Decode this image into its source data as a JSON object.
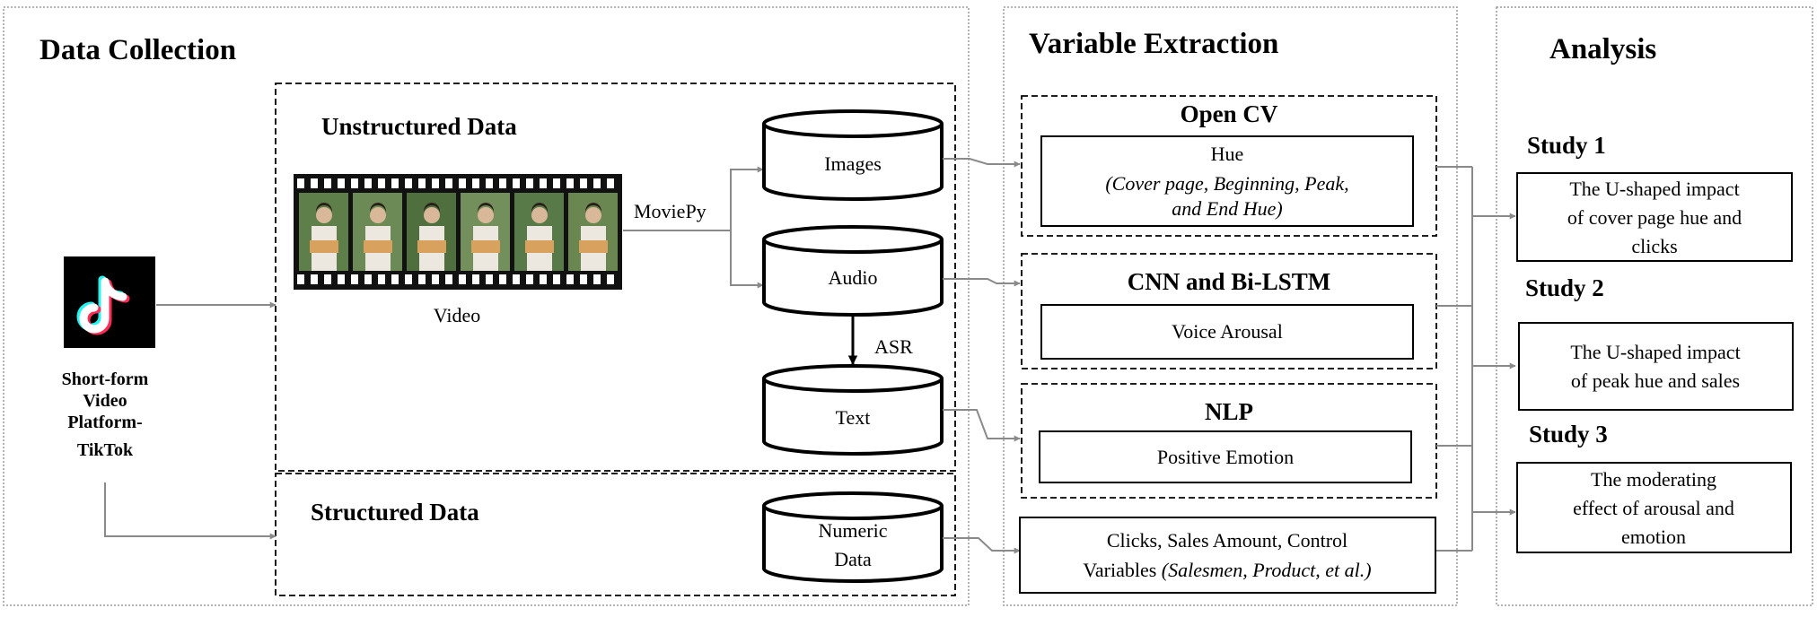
{
  "sections": {
    "data_collection": "Data Collection",
    "variable_extraction": "Variable Extraction",
    "analysis": "Analysis"
  },
  "data_collection": {
    "unstructured_title": "Unstructured Data",
    "structured_title": "Structured Data",
    "video_label": "Video",
    "moviepy_label": "MoviePy",
    "asr_label": "ASR",
    "platform_label": [
      "Short-form",
      "Video",
      "Platform-",
      "TikTok"
    ],
    "platform_icon": "tiktok-logo",
    "cylinders": {
      "images": "Images",
      "audio": "Audio",
      "text": "Text",
      "numeric": [
        "Numeric",
        "Data"
      ]
    }
  },
  "variable_extraction": {
    "opencv": {
      "title": "Open CV",
      "box_line1": "Hue",
      "box_line2": "(Cover page, Beginning, Peak,",
      "box_line3": "and End Hue)"
    },
    "cnn": {
      "title": "CNN and Bi-LSTM",
      "box": "Voice Arousal"
    },
    "nlp": {
      "title": "NLP",
      "box": "Positive Emotion"
    },
    "structured": {
      "line1": "Clicks, Sales Amount, Control",
      "line2_normal": "Variables ",
      "line2_italic": "(Salesmen, Product, et al.)"
    }
  },
  "analysis": {
    "study1": {
      "title": "Study 1",
      "lines": [
        "The U-shaped impact",
        "of cover page hue and",
        "clicks"
      ]
    },
    "study2": {
      "title": "Study 2",
      "lines": [
        "The U-shaped impact",
        "of peak hue and sales"
      ]
    },
    "study3": {
      "title": "Study 3",
      "lines": [
        "The moderating",
        "effect of arousal and",
        "emotion"
      ]
    }
  },
  "colors": {
    "arrow_gray": "#8a8a8a",
    "frame_gray": "#9a9a9a",
    "text": "#000000",
    "tiktok_cyan": "#25f4ee",
    "tiktok_red": "#fe2c55"
  }
}
